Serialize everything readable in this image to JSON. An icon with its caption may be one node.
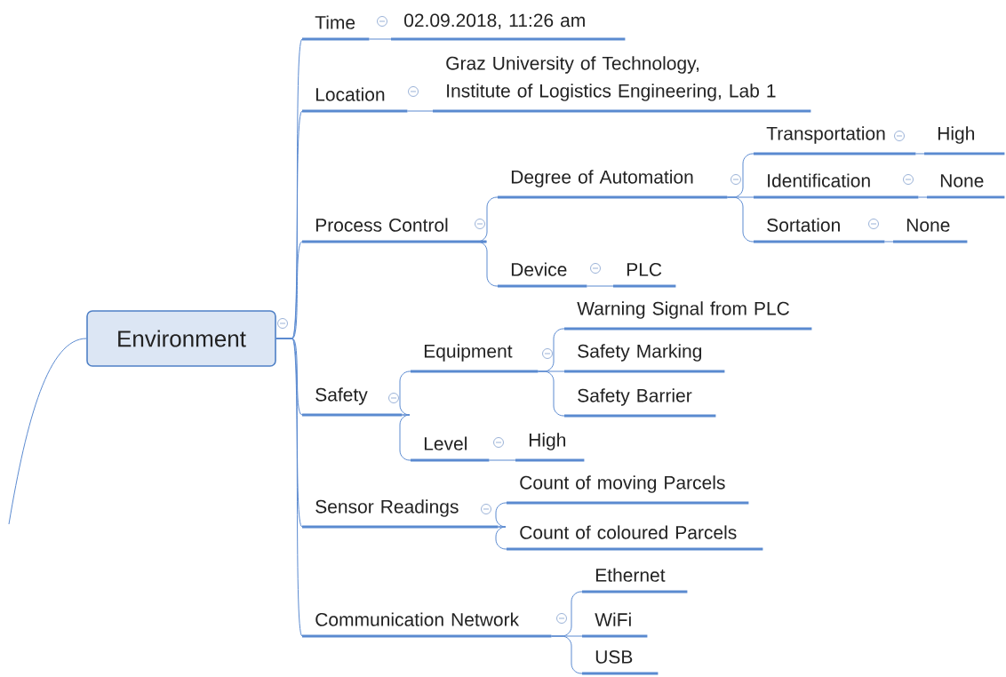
{
  "diagram": {
    "nodes": [
      {
        "text": [
          "Environment"
        ]
      },
      {
        "text": [
          "Time"
        ]
      },
      {
        "text": [
          "02.09.2018, 11:26 am"
        ]
      },
      {
        "text": [
          "Location"
        ]
      },
      {
        "text": [
          "Graz University of Technology, Institute of Logistics Engineering, Lab 1"
        ]
      },
      {
        "text": [
          "Process Control"
        ]
      },
      {
        "text": [
          "Degree of Automation"
        ]
      },
      {
        "text": [
          "Transportation"
        ]
      },
      {
        "text": [
          "High"
        ]
      },
      {
        "text": [
          "Identification"
        ]
      },
      {
        "text": [
          "None"
        ]
      },
      {
        "text": [
          "Sortation"
        ]
      },
      {
        "text": [
          "None"
        ]
      },
      {
        "text": [
          "Device"
        ]
      },
      {
        "text": [
          "PLC"
        ]
      },
      {
        "text": [
          "Safety"
        ]
      },
      {
        "text": [
          "Equipment"
        ]
      },
      {
        "text": [
          "Warning Signal from PLC"
        ]
      },
      {
        "text": [
          "Safety Marking"
        ]
      },
      {
        "text": [
          "Safety Barrier"
        ]
      },
      {
        "text": [
          "Level"
        ]
      },
      {
        "text": [
          "High"
        ]
      },
      {
        "text": [
          "Sensor Readings"
        ]
      },
      {
        "text": [
          "Count of moving Parcels"
        ]
      },
      {
        "text": [
          "Count of coloured Parcels"
        ]
      },
      {
        "text": [
          "Communication Network"
        ]
      },
      {
        "text": [
          "Ethernet"
        ]
      },
      {
        "text": [
          "WiFi"
        ]
      },
      {
        "text": [
          "USB"
        ]
      }
    ],
    "edges": [
      {
        "from": null,
        "to": 0,
        "arrow": "none"
      },
      {
        "from": 0,
        "to": 1,
        "arrow": "none"
      },
      {
        "from": 1,
        "to": 2,
        "arrow": "none"
      },
      {
        "from": 0,
        "to": 3,
        "arrow": "none"
      },
      {
        "from": 3,
        "to": 4,
        "arrow": "none"
      },
      {
        "from": 0,
        "to": 5,
        "arrow": "none"
      },
      {
        "from": 5,
        "to": 6,
        "arrow": "none"
      },
      {
        "from": 6,
        "to": 7,
        "arrow": "none"
      },
      {
        "from": 7,
        "to": 8,
        "arrow": "none"
      },
      {
        "from": 6,
        "to": 9,
        "arrow": "none"
      },
      {
        "from": 9,
        "to": 10,
        "arrow": "none"
      },
      {
        "from": 6,
        "to": 11,
        "arrow": "none"
      },
      {
        "from": 11,
        "to": 12,
        "arrow": "none"
      },
      {
        "from": 5,
        "to": 13,
        "arrow": "none"
      },
      {
        "from": 13,
        "to": 14,
        "arrow": "none"
      },
      {
        "from": 0,
        "to": 15,
        "arrow": "none"
      },
      {
        "from": 15,
        "to": 16,
        "arrow": "none"
      },
      {
        "from": 16,
        "to": 17,
        "arrow": "none"
      },
      {
        "from": 16,
        "to": 18,
        "arrow": "none"
      },
      {
        "from": 16,
        "to": 19,
        "arrow": "none"
      },
      {
        "from": 15,
        "to": 20,
        "arrow": "none"
      },
      {
        "from": 20,
        "to": 21,
        "arrow": "none"
      },
      {
        "from": 0,
        "to": 22,
        "arrow": "none"
      },
      {
        "from": 22,
        "to": 23,
        "arrow": "none"
      },
      {
        "from": 22,
        "to": 24,
        "arrow": "none"
      },
      {
        "from": 0,
        "to": 25,
        "arrow": "none"
      },
      {
        "from": 25,
        "to": 26,
        "arrow": "none"
      },
      {
        "from": 25,
        "to": 27,
        "arrow": "none"
      },
      {
        "from": 25,
        "to": 28,
        "arrow": "none"
      }
    ]
  }
}
